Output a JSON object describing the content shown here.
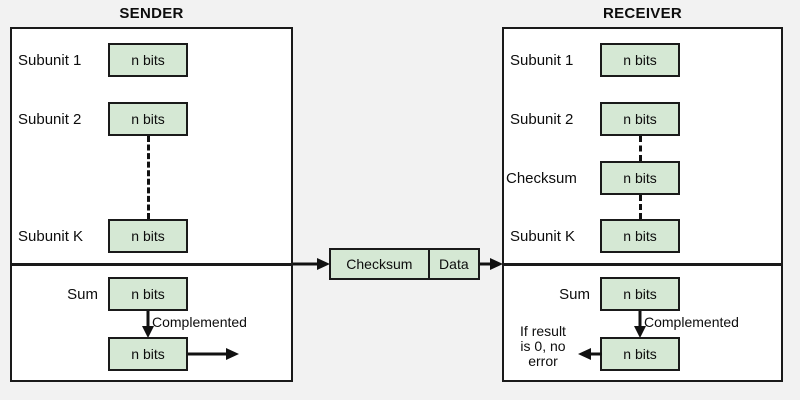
{
  "diagram": {
    "title_sender": "SENDER",
    "title_receiver": "RECEIVER",
    "box_label": "n bits",
    "colors": {
      "background": "#f2f2f2",
      "panel_fill": "#ffffff",
      "box_fill": "#d5e8d4",
      "stroke": "#1a1a1a"
    }
  },
  "sender": {
    "title": "SENDER",
    "rows": [
      {
        "label": "Subunit 1",
        "value": "n bits"
      },
      {
        "label": "Subunit 2",
        "value": "n bits"
      },
      {
        "label": "Subunit K",
        "value": "n bits"
      }
    ],
    "sum": {
      "label": "Sum",
      "value": "n bits"
    },
    "complement": {
      "annotation": "Complemented",
      "value": "n bits"
    }
  },
  "receiver": {
    "title": "RECEIVER",
    "rows": [
      {
        "label": "Subunit 1",
        "value": "n bits"
      },
      {
        "label": "Subunit 2",
        "value": "n bits"
      },
      {
        "label": "Checksum",
        "value": "n bits"
      },
      {
        "label": "Subunit K",
        "value": "n bits"
      }
    ],
    "sum": {
      "label": "Sum",
      "value": "n bits"
    },
    "complement": {
      "annotation": "Complemented",
      "value": "n bits"
    },
    "result_note": {
      "line1": "If result",
      "line2": "is 0, no",
      "line3": "error"
    }
  },
  "packet": {
    "checksum_label": "Checksum",
    "data_label": "Data"
  }
}
